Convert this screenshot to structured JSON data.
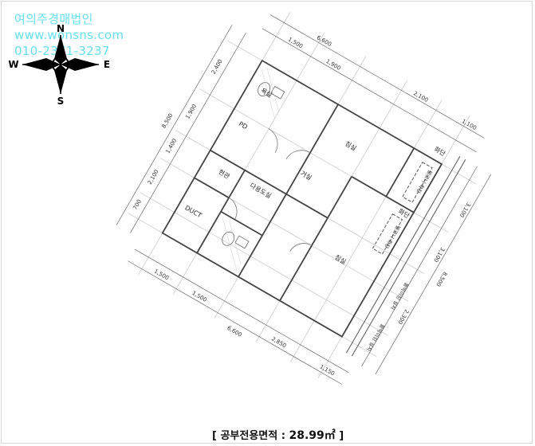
{
  "watermark": {
    "company": "여의주경매법인",
    "website": "www.wonsns.com",
    "phone": "010-2371-3237"
  },
  "compass": {
    "north": "N",
    "south": "S",
    "east": "E",
    "west": "W"
  },
  "dimensions": {
    "top": [
      "6,600",
      "2,100",
      "1,100",
      "1,500",
      "1,900"
    ],
    "left": [
      "2,400",
      "1,900",
      "8,500",
      "1,400",
      "2,100",
      "700"
    ],
    "right": [
      "3,100",
      "8,500",
      "3,100",
      "2,300"
    ],
    "bottom": [
      "1,500",
      "1,500",
      "6,600",
      "2,850",
      "1,150"
    ]
  },
  "rooms": {
    "room1": "침실",
    "living": "거실",
    "room2": "침실",
    "bath": "욕실",
    "laundry": "다용도실",
    "entry": "현관",
    "pd": "PD",
    "balcony1": "화단",
    "balcony2": "화단",
    "duct": "DUCT"
  },
  "notes": {
    "n1": "발코니 확장",
    "n2": "발코니 확장",
    "n3": "붙박이장 설치",
    "n4": "붙박이장 설치"
  },
  "area": {
    "label": "[ 공부전용면적 : ",
    "value": "28.99㎡",
    "close": " ]"
  }
}
